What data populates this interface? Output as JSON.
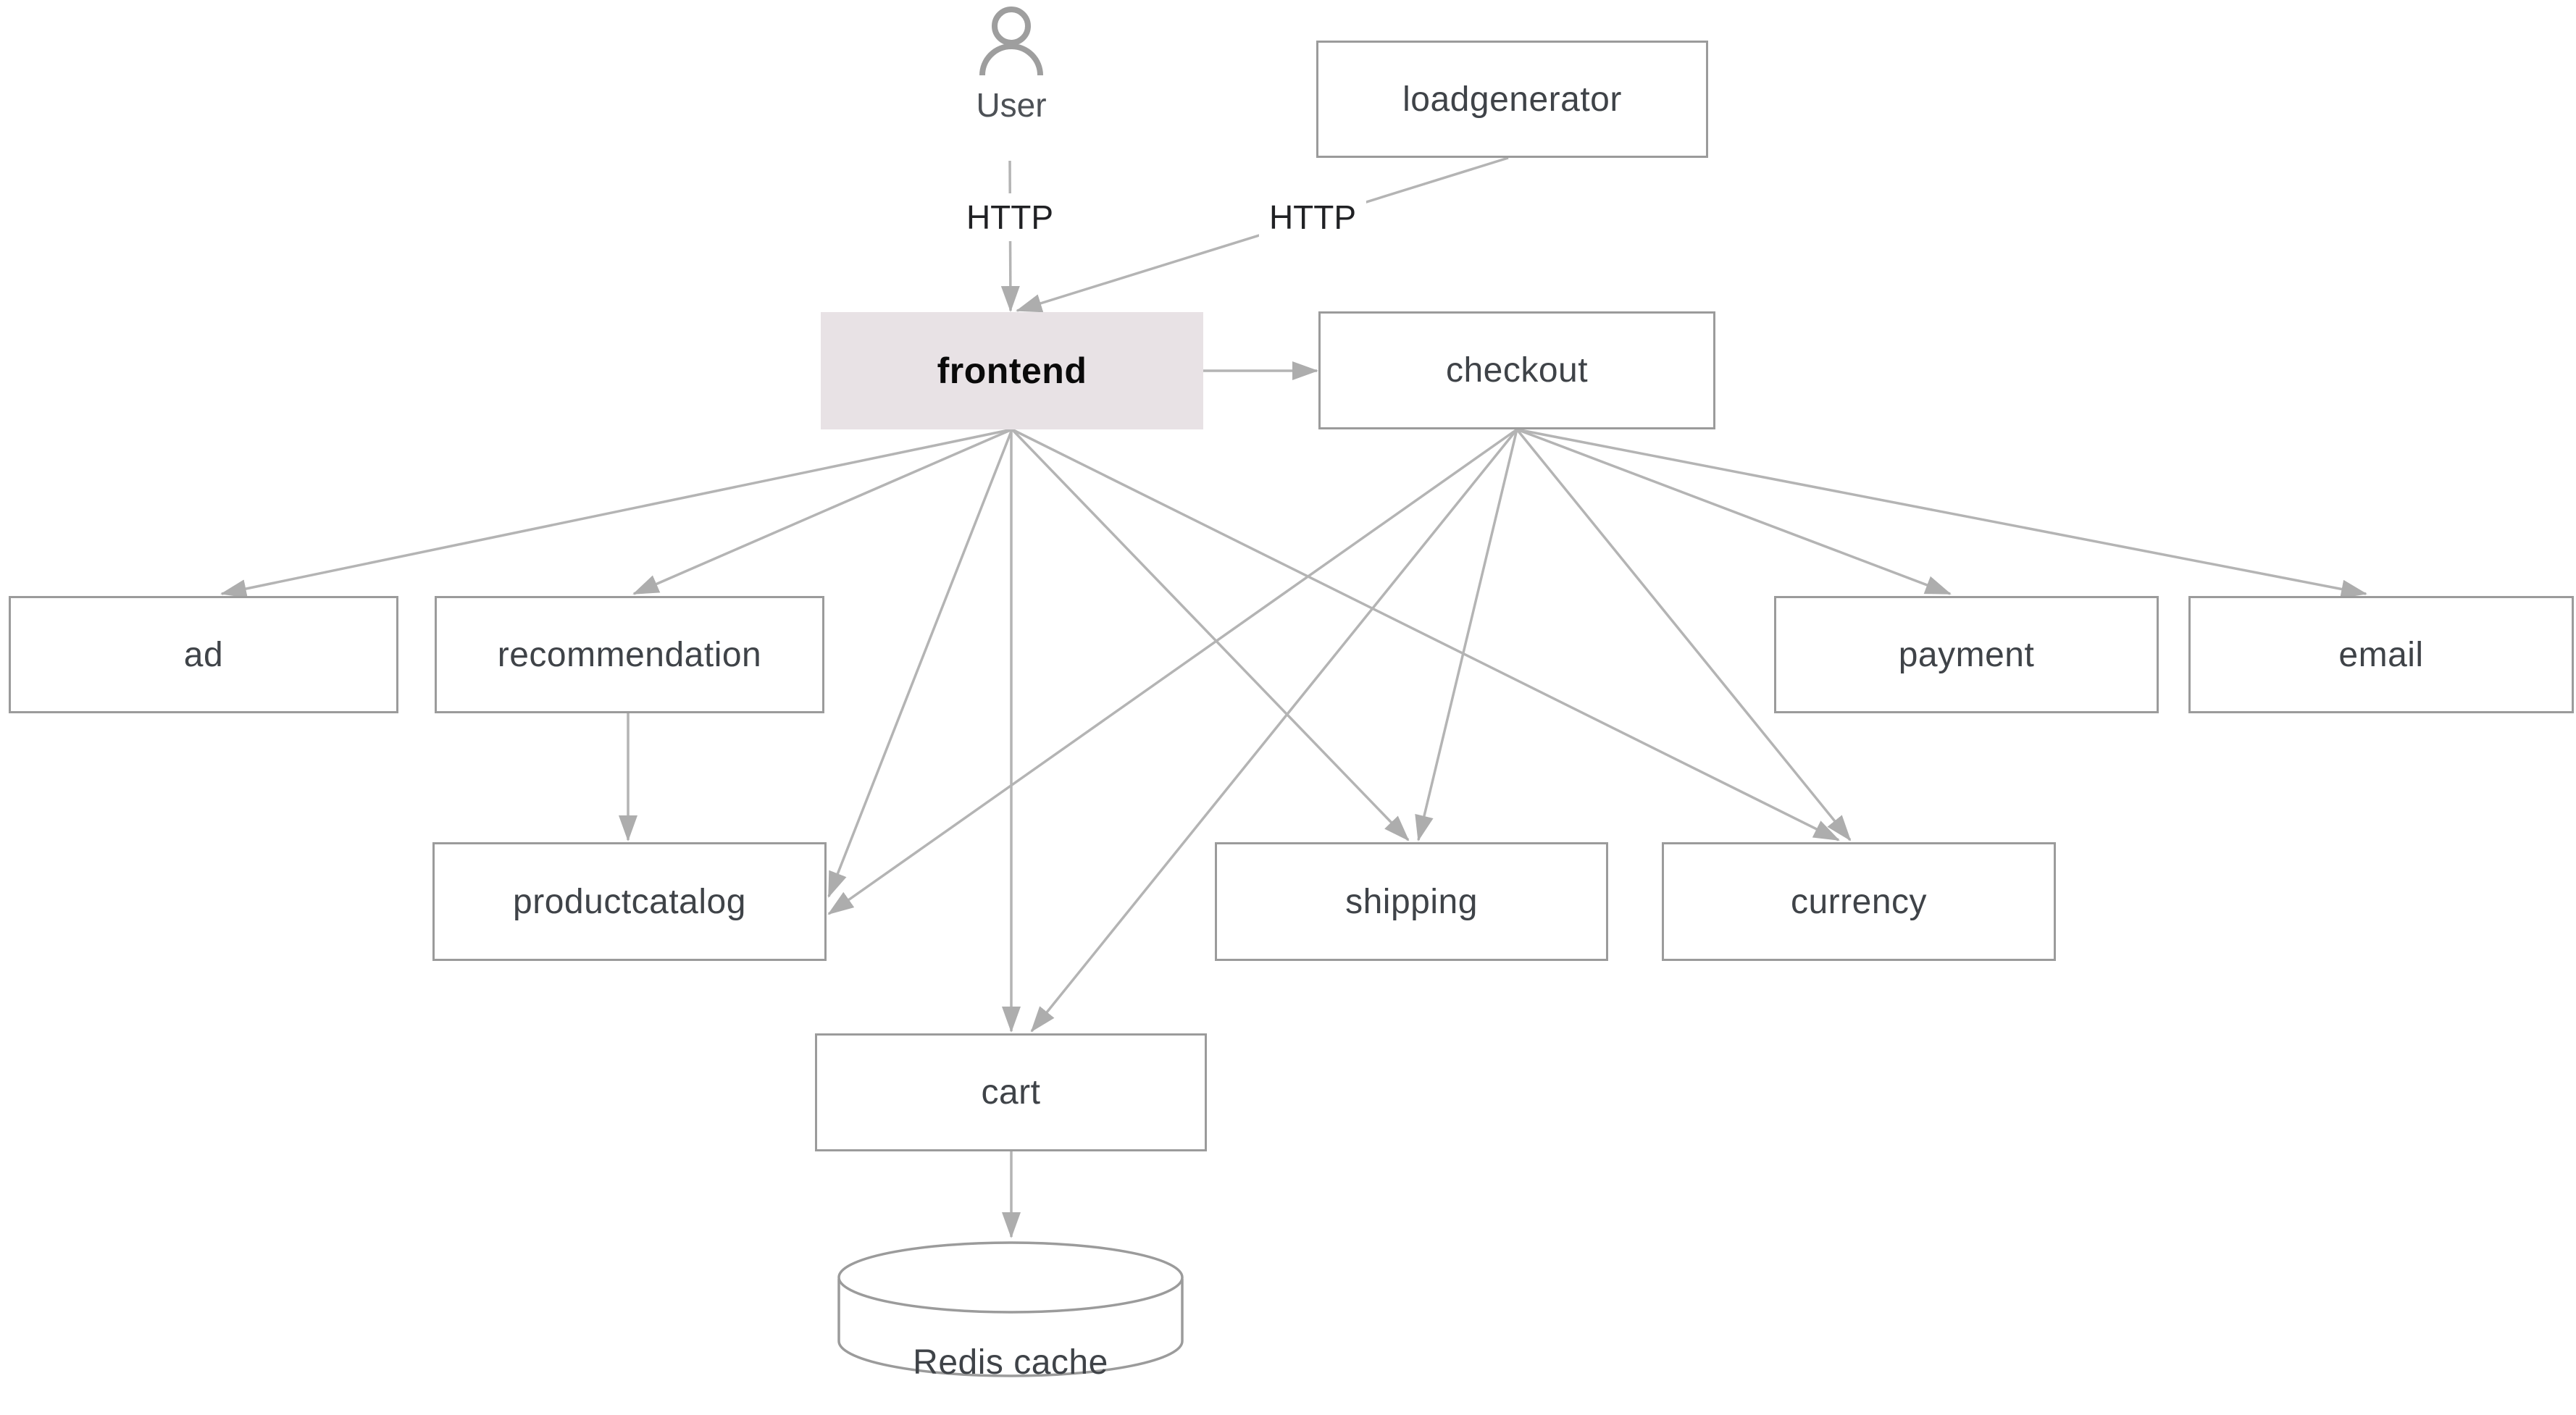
{
  "diagram": {
    "background": "#ffffff",
    "colors": {
      "box_border": "#9b9b9b",
      "box_text": "#3f4348",
      "highlight_fill": "#e8e2e5",
      "highlight_text": "#0a0a0a",
      "arrow": "#b4b4b4",
      "edge_label_text": "#202124",
      "actor_icon": "#9e9e9e"
    },
    "nodes": {
      "user": {
        "label": "User",
        "type": "actor",
        "icon": "person-icon"
      },
      "loadgenerator": {
        "label": "loadgenerator",
        "type": "service"
      },
      "frontend": {
        "label": "frontend",
        "type": "service",
        "highlighted": true
      },
      "checkout": {
        "label": "checkout",
        "type": "service"
      },
      "ad": {
        "label": "ad",
        "type": "service"
      },
      "recommendation": {
        "label": "recommendation",
        "type": "service"
      },
      "payment": {
        "label": "payment",
        "type": "service"
      },
      "email": {
        "label": "email",
        "type": "service"
      },
      "productcatalog": {
        "label": "productcatalog",
        "type": "service"
      },
      "shipping": {
        "label": "shipping",
        "type": "service"
      },
      "currency": {
        "label": "currency",
        "type": "service"
      },
      "cart": {
        "label": "cart",
        "type": "service"
      },
      "redis": {
        "label": "Redis cache",
        "type": "database"
      }
    },
    "edges": [
      {
        "from": "user",
        "to": "frontend",
        "label": "HTTP"
      },
      {
        "from": "loadgenerator",
        "to": "frontend",
        "label": "HTTP"
      },
      {
        "from": "frontend",
        "to": "checkout"
      },
      {
        "from": "frontend",
        "to": "ad"
      },
      {
        "from": "frontend",
        "to": "recommendation"
      },
      {
        "from": "frontend",
        "to": "productcatalog"
      },
      {
        "from": "frontend",
        "to": "cart"
      },
      {
        "from": "frontend",
        "to": "shipping"
      },
      {
        "from": "frontend",
        "to": "currency"
      },
      {
        "from": "checkout",
        "to": "productcatalog"
      },
      {
        "from": "checkout",
        "to": "cart"
      },
      {
        "from": "checkout",
        "to": "shipping"
      },
      {
        "from": "checkout",
        "to": "currency"
      },
      {
        "from": "checkout",
        "to": "payment"
      },
      {
        "from": "checkout",
        "to": "email"
      },
      {
        "from": "recommendation",
        "to": "productcatalog"
      },
      {
        "from": "cart",
        "to": "redis"
      }
    ]
  }
}
